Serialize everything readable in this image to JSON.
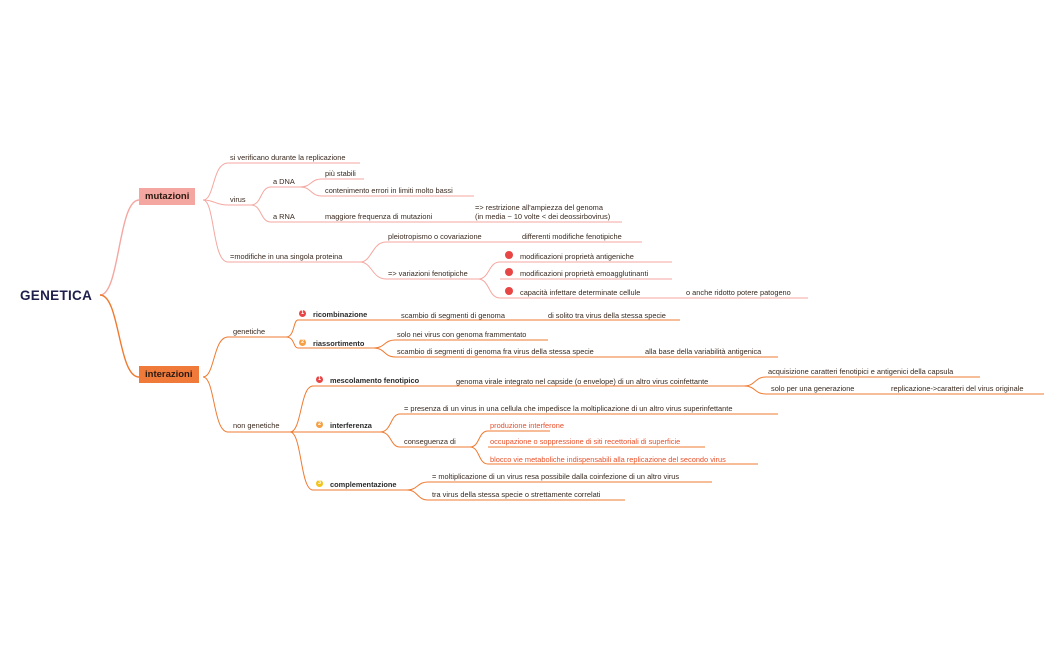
{
  "root": "GENETICA",
  "mutazioni": {
    "label": "mutazioni",
    "replicazione": "si verificano durante la replicazione",
    "virus": "virus",
    "dna": "a DNA",
    "dna_stabili": "più stabili",
    "dna_contenimento": "contenimento errori in limiti molto bassi",
    "rna": "a RNA",
    "rna_frequenza": "maggiore frequenza di mutazioni",
    "rna_restrizione_1": "=> restrizione all'ampiezza del genoma",
    "rna_restrizione_2": "(in media ~ 10 volte < dei deossirbovirus)",
    "proteina": "=modifiche in una singola proteina",
    "pleiotropismo": "pleiotropismo o covariazione",
    "differenti": "differenti modifiche fenotipiche",
    "variazioni": "=> variazioni fenotipiche",
    "antigeniche": "modificazioni proprietà antigeniche",
    "emoagglutinanti": "modificazioni proprietà emoagglutinanti",
    "infettare": "capacità infettare determinate cellule",
    "patogeno": "o anche ridotto potere patogeno"
  },
  "interazioni": {
    "label": "interazioni",
    "genetiche": "genetiche",
    "ricombinazione": "ricombinazione",
    "ricomb_scambio": "scambio di segmenti di genoma",
    "ricomb_specie": "di solito tra virus della stessa specie",
    "riassortimento": "riassortimento",
    "riass_frammentato": "solo nei virus con genoma frammentato",
    "riass_scambio": "scambio di segmenti di genoma fra virus della stessa specie",
    "riass_variabilita": "alla base della variabilità antigenica",
    "non_genetiche": "non genetiche",
    "mescolamento": "mescolamento fenotipico",
    "mesc_genoma": "genoma virale integrato nel capside (o envelope) di un altro virus coinfettante",
    "mesc_acquisizione": "acquisizione caratteri fenotipici e antigenici della capsula",
    "mesc_generazione": "solo per una generazione",
    "mesc_replicazione": "replicazione->caratteri del virus originale",
    "interferenza": "interferenza",
    "interf_presenza": "= presenza di un virus in una cellula che impedisce la moltiplicazione di un altro virus superinfettante",
    "interf_conseguenza": "conseguenza di",
    "interf_interferone": "produzione interferone",
    "interf_occupazione": "occupazione o soppressione di siti recettoriali di superficie",
    "interf_blocco": "blocco vie metaboliche indispensabili alla replicazione del secondo virus",
    "complementazione": "complementazione",
    "compl_moltiplicazione": "= moltiplicazione di un virus resa possibile dalla coinfezione di un altro virus",
    "compl_specie": "tra virus della stessa specie o strettamente correlati"
  },
  "badges": {
    "one": "1",
    "two": "2",
    "three": "3"
  },
  "colors": {
    "mut_line": "#f4a7a0",
    "int_line": "#ef7a30",
    "mut_hub": "#f4a7a0",
    "int_hub": "#f07a3a",
    "root_text": "#1e1f4b",
    "red_text": "#e8502a",
    "dot": "#e84545",
    "badge1": "#e84545",
    "badge2": "#f5a045",
    "badge3": "#f2c318"
  }
}
